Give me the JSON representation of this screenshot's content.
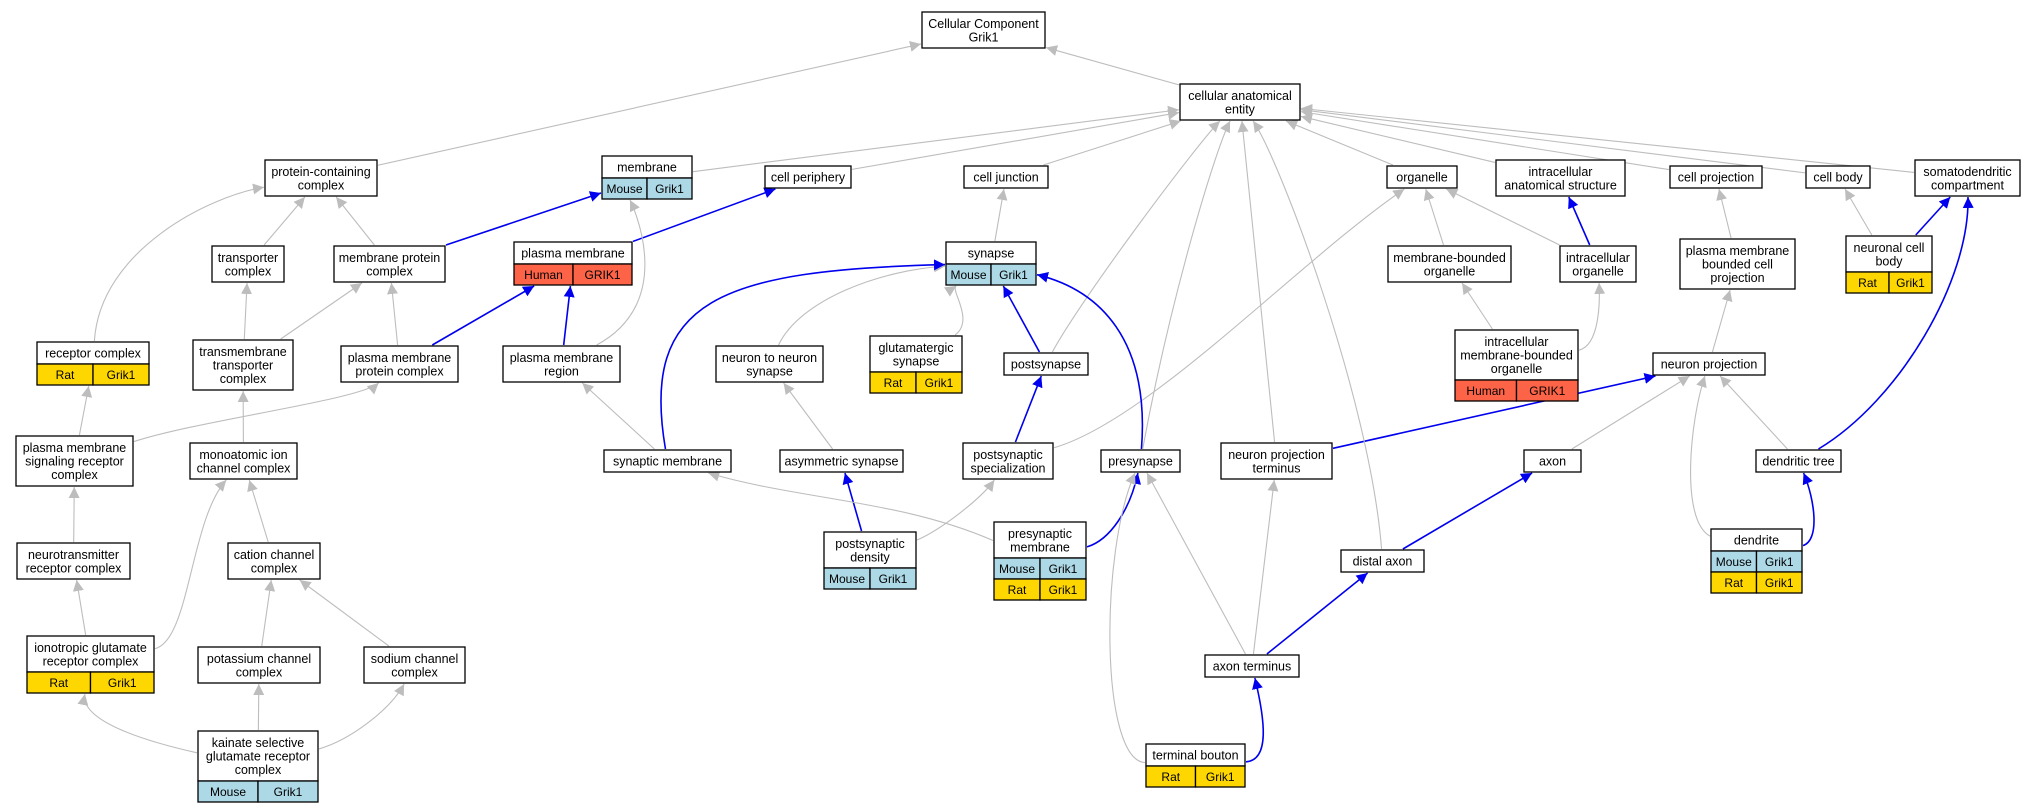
{
  "graph": {
    "colors": {
      "gray_edge": "#bdbdbd",
      "blue_edge": "#0000ee",
      "mouse": "#add8e6",
      "rat": "#ffd700",
      "human": "#fd6346"
    },
    "nodes": {
      "cellular_component": [
        "Cellular Component",
        "Grik1"
      ],
      "cellular_anatomical_entity": [
        "cellular anatomical",
        "entity"
      ],
      "protein_containing_complex": [
        "protein-containing",
        "complex"
      ],
      "membrane": [
        "membrane"
      ],
      "cell_periphery": [
        "cell periphery"
      ],
      "cell_junction": [
        "cell junction"
      ],
      "organelle": [
        "organelle"
      ],
      "intracellular_anatomical_structure": [
        "intracellular",
        "anatomical structure"
      ],
      "cell_projection": [
        "cell projection"
      ],
      "cell_body": [
        "cell body"
      ],
      "somatodendritic_compartment": [
        "somatodendritic",
        "compartment"
      ],
      "transporter_complex": [
        "transporter",
        "complex"
      ],
      "membrane_protein_complex": [
        "membrane protein",
        "complex"
      ],
      "plasma_membrane": [
        "plasma membrane"
      ],
      "synapse": [
        "synapse"
      ],
      "membrane_bounded_organelle": [
        "membrane-bounded",
        "organelle"
      ],
      "intracellular_organelle": [
        "intracellular",
        "organelle"
      ],
      "plasma_membrane_bounded_cell_projection": [
        "plasma membrane",
        "bounded cell",
        "projection"
      ],
      "neuronal_cell_body": [
        "neuronal cell",
        "body"
      ],
      "receptor_complex": [
        "receptor complex"
      ],
      "transmembrane_transporter_complex": [
        "transmembrane",
        "transporter",
        "complex"
      ],
      "plasma_membrane_protein_complex": [
        "plasma membrane",
        "protein complex"
      ],
      "plasma_membrane_region": [
        "plasma membrane",
        "region"
      ],
      "neuron_to_neuron_synapse": [
        "neuron to neuron",
        "synapse"
      ],
      "glutamatergic_synapse": [
        "glutamatergic",
        "synapse"
      ],
      "postsynapse": [
        "postsynapse"
      ],
      "intracellular_membrane_bounded_organelle": [
        "intracellular",
        "membrane-bounded",
        "organelle"
      ],
      "neuron_projection": [
        "neuron projection"
      ],
      "plasma_membrane_signaling_receptor_complex": [
        "plasma membrane",
        "signaling receptor",
        "complex"
      ],
      "monoatomic_ion_channel_complex": [
        "monoatomic ion",
        "channel complex"
      ],
      "synaptic_membrane": [
        "synaptic membrane"
      ],
      "asymmetric_synapse": [
        "asymmetric synapse"
      ],
      "postsynaptic_specialization": [
        "postsynaptic",
        "specialization"
      ],
      "presynapse": [
        "presynapse"
      ],
      "neuron_projection_terminus": [
        "neuron projection",
        "terminus"
      ],
      "axon": [
        "axon"
      ],
      "dendritic_tree": [
        "dendritic tree"
      ],
      "neurotransmitter_receptor_complex": [
        "neurotransmitter",
        "receptor complex"
      ],
      "cation_channel_complex": [
        "cation channel",
        "complex"
      ],
      "postsynaptic_density": [
        "postsynaptic",
        "density"
      ],
      "presynaptic_membrane": [
        "presynaptic",
        "membrane"
      ],
      "distal_axon": [
        "distal axon"
      ],
      "dendrite": [
        "dendrite"
      ],
      "ionotropic_glutamate_receptor_complex": [
        "ionotropic glutamate",
        "receptor complex"
      ],
      "potassium_channel_complex": [
        "potassium channel",
        "complex"
      ],
      "sodium_channel_complex": [
        "sodium channel",
        "complex"
      ],
      "axon_terminus": [
        "axon terminus"
      ],
      "kainate_selective_glutamate_receptor_complex": [
        "kainate selective",
        "glutamate receptor",
        "complex"
      ],
      "terminal_bouton": [
        "terminal bouton"
      ]
    },
    "annotations": {
      "membrane": [
        [
          "Mouse",
          "Grik1"
        ]
      ],
      "plasma_membrane": [
        [
          "Human",
          "GRIK1"
        ]
      ],
      "synapse": [
        [
          "Mouse",
          "Grik1"
        ]
      ],
      "neuronal_cell_body": [
        [
          "Rat",
          "Grik1"
        ]
      ],
      "receptor_complex": [
        [
          "Rat",
          "Grik1"
        ]
      ],
      "glutamatergic_synapse": [
        [
          "Rat",
          "Grik1"
        ]
      ],
      "intracellular_membrane_bounded_organelle": [
        [
          "Human",
          "GRIK1"
        ]
      ],
      "postsynaptic_density": [
        [
          "Mouse",
          "Grik1"
        ]
      ],
      "presynaptic_membrane": [
        [
          "Mouse",
          "Grik1"
        ],
        [
          "Rat",
          "Grik1"
        ]
      ],
      "dendrite": [
        [
          "Mouse",
          "Grik1"
        ],
        [
          "Rat",
          "Grik1"
        ]
      ],
      "ionotropic_glutamate_receptor_complex": [
        [
          "Rat",
          "Grik1"
        ]
      ],
      "kainate_selective_glutamate_receptor_complex": [
        [
          "Mouse",
          "Grik1"
        ]
      ],
      "terminal_bouton": [
        [
          "Rat",
          "Grik1"
        ]
      ]
    }
  }
}
